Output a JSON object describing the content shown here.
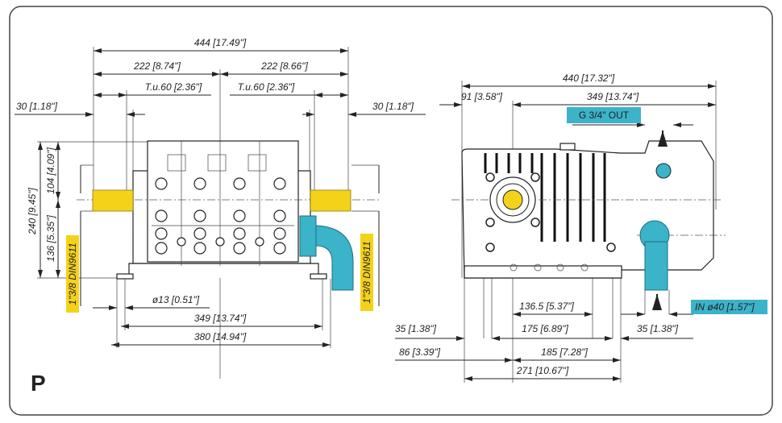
{
  "page_letter": "P",
  "colors": {
    "yellow": "#f5d21a",
    "cyan": "#3bb3c9",
    "frame": "#444444"
  },
  "front_view": {
    "overall_width": "444 [17.49\"]",
    "half_left": "222 [8.74\"]",
    "half_right": "222 [8.66\"]",
    "shaft_left": "T.u.60 [2.36\"]",
    "shaft_right": "T.u.60 [2.36\"]",
    "offset_left": "30 [1.18\"]",
    "offset_right": "30 [1.18\"]",
    "height_total": "240 [9.45\"]",
    "height_upper": "104 [4.09\"]",
    "height_lower": "136 [5.35\"]",
    "shaft_spec_left": "1\"3/8 DIN9611",
    "shaft_spec_right": "1\"3/8 DIN9611",
    "hole_dia": "ø13 [0.51\"]",
    "foot_spacing": "349 [13.74\"]",
    "foot_width": "380 [14.94\"]"
  },
  "side_view": {
    "overall_length": "440 [17.32\"]",
    "front_offset": "91 [3.58\"]",
    "rear_length": "349 [13.74\"]",
    "outlet_label": "G 3/4\" OUT",
    "inlet_label": "IN ø40 [1.57\"]",
    "hole_spacing": "136.5 [5.37\"]",
    "edge_left": "35 [1.38\"]",
    "foot_spacing": "175 [6.89\"]",
    "edge_right": "35 [1.38\"]",
    "shaft_offset": "86 [3.39\"]",
    "rear_base": "185 [7.28\"]",
    "base_length": "271 [10.67\"]"
  }
}
